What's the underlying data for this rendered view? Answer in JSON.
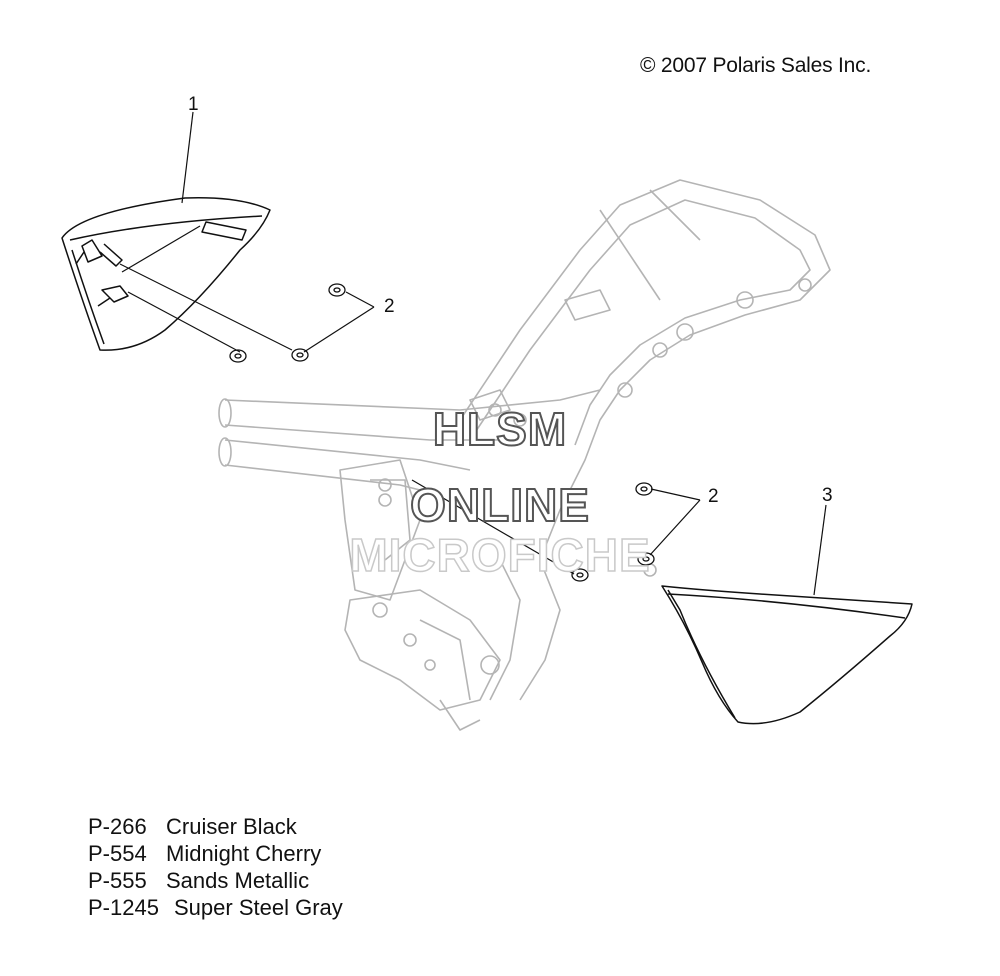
{
  "copyright": "© 2007 Polaris Sales Inc.",
  "callouts": [
    "1",
    "2",
    "2",
    "3"
  ],
  "legend": [
    {
      "code": "P-266",
      "name": "Cruiser Black"
    },
    {
      "code": "P-554",
      "name": "Midnight Cherry"
    },
    {
      "code": "P-555",
      "name": "Sands Metallic"
    },
    {
      "code": "P-1245",
      "name": "Super Steel Gray"
    }
  ],
  "watermark": {
    "line1": "HLSM",
    "line2": "ONLINE",
    "line3": "MICROFICHE"
  },
  "colors": {
    "line": "#111111",
    "frame": "#b4b4b4",
    "watermark_outline": "#555555"
  }
}
